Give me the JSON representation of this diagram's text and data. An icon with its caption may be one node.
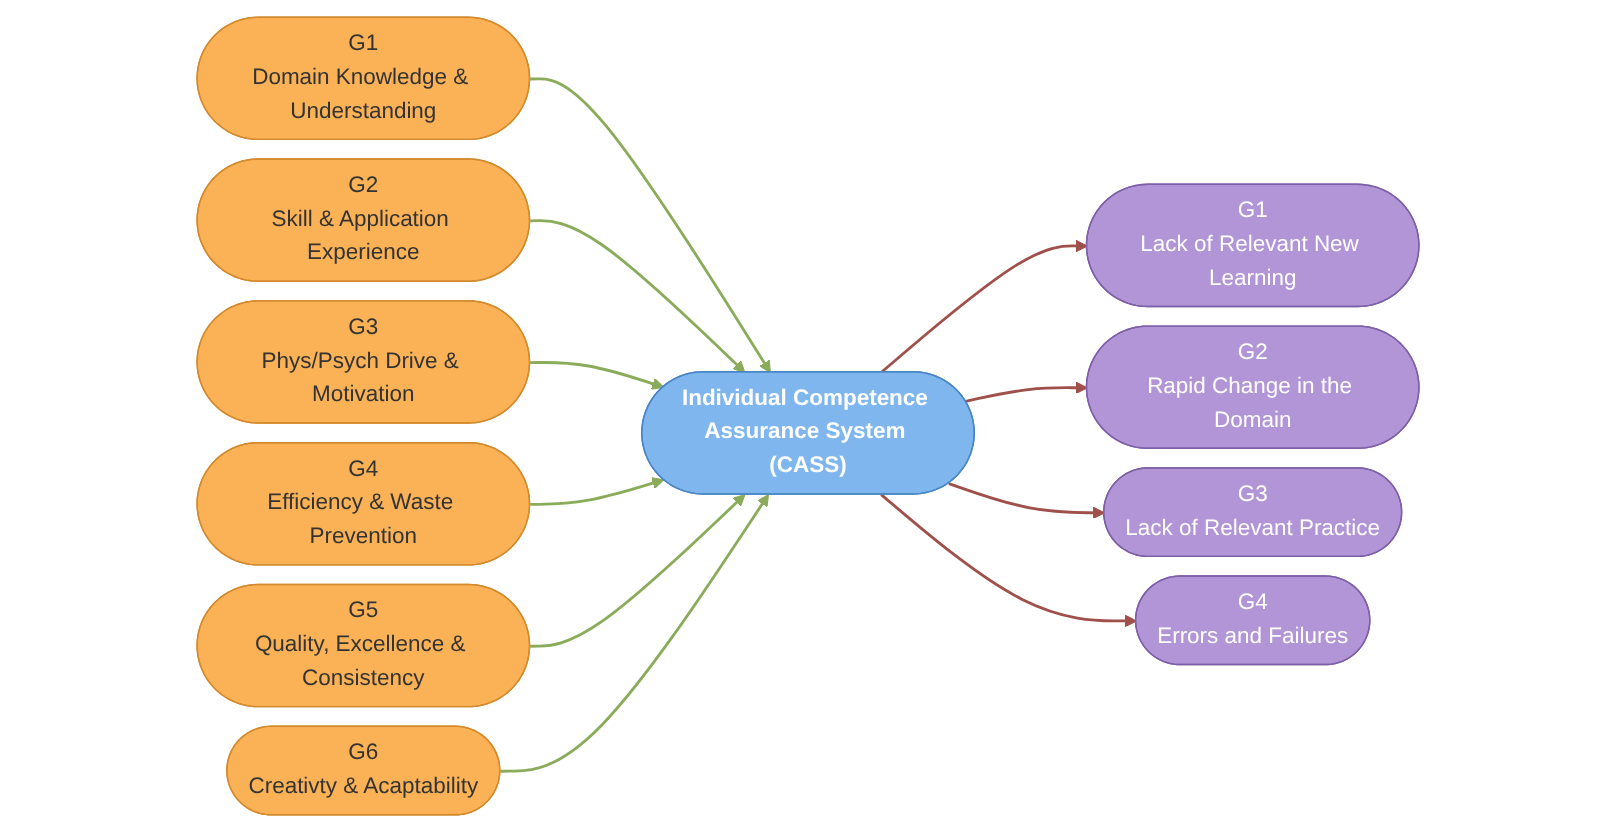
{
  "diagram": {
    "nodes": [
      {
        "text": [
          "Individual Competence Assurance System (CASS)"
        ]
      },
      {
        "text": [
          "G1",
          "Lack of Relevant New Learning"
        ]
      },
      {
        "text": [
          "G2",
          "Rapid Change in the Domain"
        ]
      },
      {
        "text": [
          "G3",
          "Lack of Relevant Practice"
        ]
      },
      {
        "text": [
          "G4",
          "Errors and Failures"
        ]
      },
      {
        "text": [
          "G1",
          "Domain Knowledge & Understanding"
        ]
      },
      {
        "text": [
          "G2",
          "Skill & Application Experience"
        ]
      },
      {
        "text": [
          "G3",
          "Phys/Psych Drive & Motivation"
        ]
      },
      {
        "text": [
          "G4",
          "Efficiency & Waste Prevention"
        ]
      },
      {
        "text": [
          "G5",
          "Quality, Excellence & Consistency"
        ]
      },
      {
        "text": [
          "G6",
          "Creativty & Acaptability"
        ]
      }
    ],
    "edges": [
      {
        "from": 0,
        "to": 1,
        "arrow": "to",
        "color": "#a0504a"
      },
      {
        "from": 0,
        "to": 2,
        "arrow": "to",
        "color": "#a0504a"
      },
      {
        "from": 0,
        "to": 3,
        "arrow": "to",
        "color": "#a0504a"
      },
      {
        "from": 0,
        "to": 4,
        "arrow": "to",
        "color": "#a0504a"
      },
      {
        "from": 5,
        "to": 0,
        "arrow": "to"
      },
      {
        "from": 6,
        "to": 0,
        "arrow": "to"
      },
      {
        "from": 7,
        "to": 0,
        "arrow": "to"
      },
      {
        "from": 8,
        "to": 0,
        "arrow": "to"
      },
      {
        "from": 9,
        "to": 0,
        "arrow": "to"
      },
      {
        "from": 10,
        "to": 0,
        "arrow": "to"
      }
    ]
  }
}
